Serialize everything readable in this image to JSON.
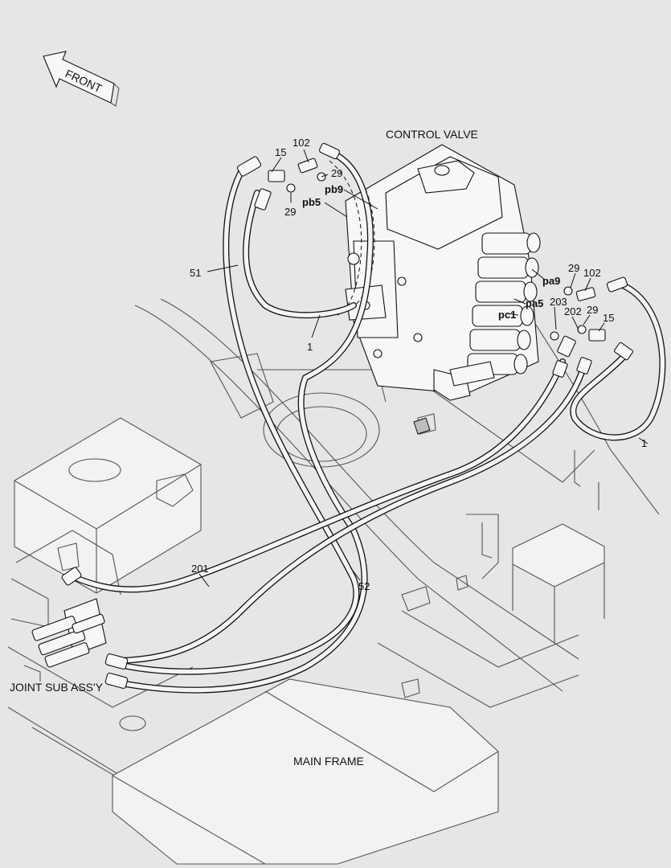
{
  "orientation": {
    "front_label": "FRONT"
  },
  "assemblies": {
    "control_valve": "CONTROL VALVE",
    "joint_sub": "JOINT SUB ASS'Y",
    "main_frame": "MAIN FRAME"
  },
  "callouts": {
    "c15_left": "15",
    "c102_top": "102",
    "c29_a": "29",
    "c29_b": "29",
    "c51": "51",
    "c1_left": "1",
    "c29_right": "29",
    "c102_right": "102",
    "c203": "203",
    "c202": "202",
    "c29_c": "29",
    "c15_right": "15",
    "c1_right": "1",
    "c201": "201",
    "c52": "52"
  },
  "ports": {
    "pb9": "pb9",
    "pb5": "pb5",
    "pa9": "pa9",
    "pa5": "pa5",
    "pc1": "pc1"
  },
  "colors": {
    "line": "#111111",
    "frame": "#555555",
    "background": "#e6e6e6"
  }
}
